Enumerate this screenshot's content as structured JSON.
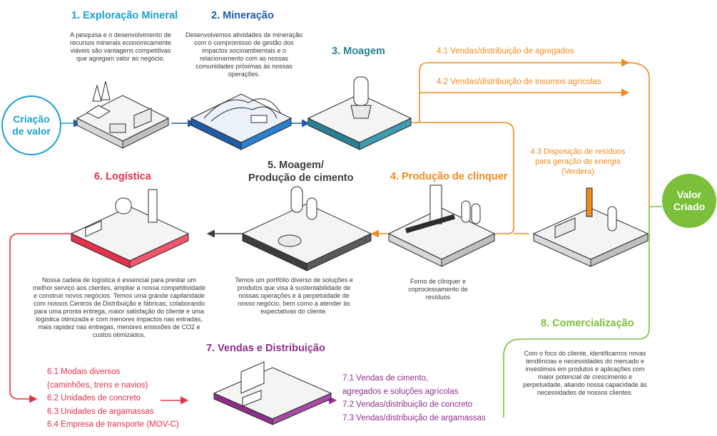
{
  "colors": {
    "blue": "#1a9fd0",
    "navy": "#1f5ba8",
    "teal": "#2a7f94",
    "orange": "#f28a1e",
    "red": "#e3314b",
    "purple": "#8e2f8c",
    "green": "#7bbf3b",
    "dark": "#3d3d3d"
  },
  "start": {
    "label": "Criação de valor"
  },
  "end": {
    "label": "Valor Criado"
  },
  "steps": {
    "s1": {
      "title": "1. Exploração Mineral",
      "desc": "A pesquisa e o desenvolvimento de recursos minerais economicamente viáveis são vantagens competitivas que agregam valor ao negócio."
    },
    "s2": {
      "title": "2. Mineração",
      "desc": "Desenvolvemos atividades de mineração com o compromisso de gestão dos impactos socioambientais e o relacionamento com as nossas comunidades próximas às nossas operações."
    },
    "s3": {
      "title": "3. Moagem"
    },
    "s4": {
      "title": "4. Produção de clínquer",
      "desc": "Forno de clínquer e coprocessamento de resíduos"
    },
    "s41": {
      "label": "4.1 Vendas/distribuição de agregados"
    },
    "s42": {
      "label": "4.2 Vendas/distribuição de insumos agrícolas"
    },
    "s43": {
      "label": "4.3 Disposição de resíduos para geração de energia (Verdera)"
    },
    "s5": {
      "title_line1": "5. Moagem/",
      "title_line2": "Produção de cimento",
      "desc": "Temos um portfólio diverso de soluções e produtos que visa à sustentabilidade de nossas operações e à perpetuidade de nosso negócio, bem como a atender às expectativas do cliente."
    },
    "s6": {
      "title": "6. Logística",
      "desc": "Nossa cadeia de logística é essencial para prestar um melhor serviço aos clientes, ampliar a nossa competitividade e construir novos negócios. Temos uma grande capilaridade com nossos Centros de Distribuição e fábricas, colaborando para uma pronta entrega, maior satisfação do cliente e uma logística otimizada e com menores impactos nas estradas, mais rapidez nas entregas, menores emissões de CO2 e custos otimizados.",
      "items": [
        "6.1 Modais diversos",
        "(caminhões, trens e navios)",
        "6.2 Unidades de concreto",
        "6.3 Unidades de argamassas",
        "6.4 Empresa de transporte (MOV-C)"
      ]
    },
    "s7": {
      "title": "7. Vendas e Distribuição",
      "items": [
        "7.1 Vendas de cimento,",
        "agregados e soluções agrícolas",
        "7.2 Vendas/distribuição de concreto",
        "7.3 Vendas/distribuição de argamassas"
      ]
    },
    "s8": {
      "title": "8. Comercialização",
      "desc": "Com o foco do cliente, identificamos novas tendências e necessidades do mercado e investimos em produtos e aplicações com maior potencial de crescimento e perpetuidade, aliando nossa capacidade às necessidades de nossos clientes."
    }
  }
}
